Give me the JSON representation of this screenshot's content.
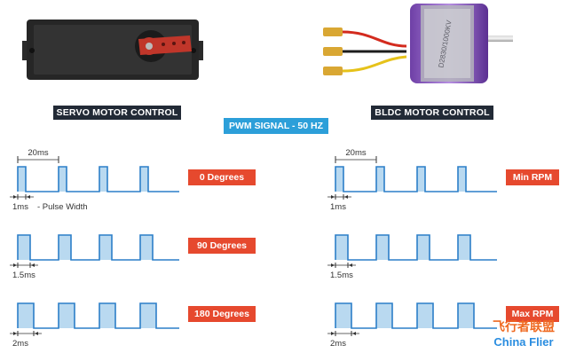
{
  "servo": {
    "header": "SERVO MOTOR CONTROL",
    "period_label": "20ms",
    "pulse_width_caption": "- Pulse Width",
    "rows": [
      {
        "pulse_label": "1ms",
        "badge": "0 Degrees",
        "duty": 0.05
      },
      {
        "pulse_label": "1.5ms",
        "badge": "90 Degrees",
        "duty": 0.075
      },
      {
        "pulse_label": "2ms",
        "badge": "180 Degrees",
        "duty": 0.1
      }
    ]
  },
  "bldc": {
    "header": "BLDC MOTOR CONTROL",
    "period_label": "20ms",
    "rows": [
      {
        "pulse_label": "1ms",
        "badge": "Min RPM",
        "duty": 0.05
      },
      {
        "pulse_label": "1.5ms",
        "badge": "",
        "duty": 0.075
      },
      {
        "pulse_label": "2ms",
        "badge": "Max RPM",
        "duty": 0.1
      }
    ]
  },
  "pwm_header": "PWM SIGNAL - 50 HZ",
  "bldc_motor_label": "D2830/1000KV",
  "watermark": {
    "cn": "飞行者联盟",
    "en": "China Flier"
  },
  "colors": {
    "dark_header": "#222a36",
    "pwm_blue": "#2c9fd9",
    "badge_red": "#e6492e",
    "pulse_fill": "#b9d9f0",
    "pulse_stroke": "#2c7fc8"
  }
}
